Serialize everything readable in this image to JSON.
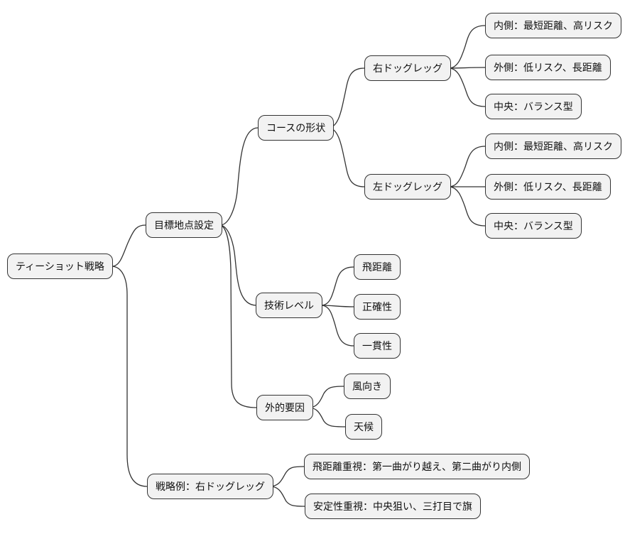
{
  "mindmap": {
    "colors": {
      "node_fill": "#f2f2f2",
      "node_border": "#333333",
      "edge": "#333333",
      "background": "#ffffff"
    },
    "root": {
      "label": "ティーショット戦略",
      "children": {
        "goal": {
          "label": "目標地点設定",
          "children": {
            "course": {
              "label": "コースの形状",
              "children": {
                "right_dogleg": {
                  "label": "右ドッグレッグ",
                  "children": {
                    "inner": {
                      "label": "内側：最短距離、高リスク"
                    },
                    "outer": {
                      "label": "外側：低リスク、長距離"
                    },
                    "center": {
                      "label": "中央：バランス型"
                    }
                  }
                },
                "left_dogleg": {
                  "label": "左ドッグレッグ",
                  "children": {
                    "inner": {
                      "label": "内側：最短距離、高リスク"
                    },
                    "outer": {
                      "label": "外側：低リスク、長距離"
                    },
                    "center": {
                      "label": "中央：バランス型"
                    }
                  }
                }
              }
            },
            "skill": {
              "label": "技術レベル",
              "children": {
                "distance": {
                  "label": "飛距離"
                },
                "accuracy": {
                  "label": "正確性"
                },
                "consistency": {
                  "label": "一貫性"
                }
              }
            },
            "external": {
              "label": "外的要因",
              "children": {
                "wind": {
                  "label": "風向き"
                },
                "weather": {
                  "label": "天候"
                }
              }
            }
          }
        },
        "example": {
          "label": "戦略例：右ドッグレッグ",
          "children": {
            "power": {
              "label": "飛距離重視：第一曲がり越え、第二曲がり内側"
            },
            "stability": {
              "label": "安定性重視：中央狙い、三打目で旗"
            }
          }
        }
      }
    }
  }
}
